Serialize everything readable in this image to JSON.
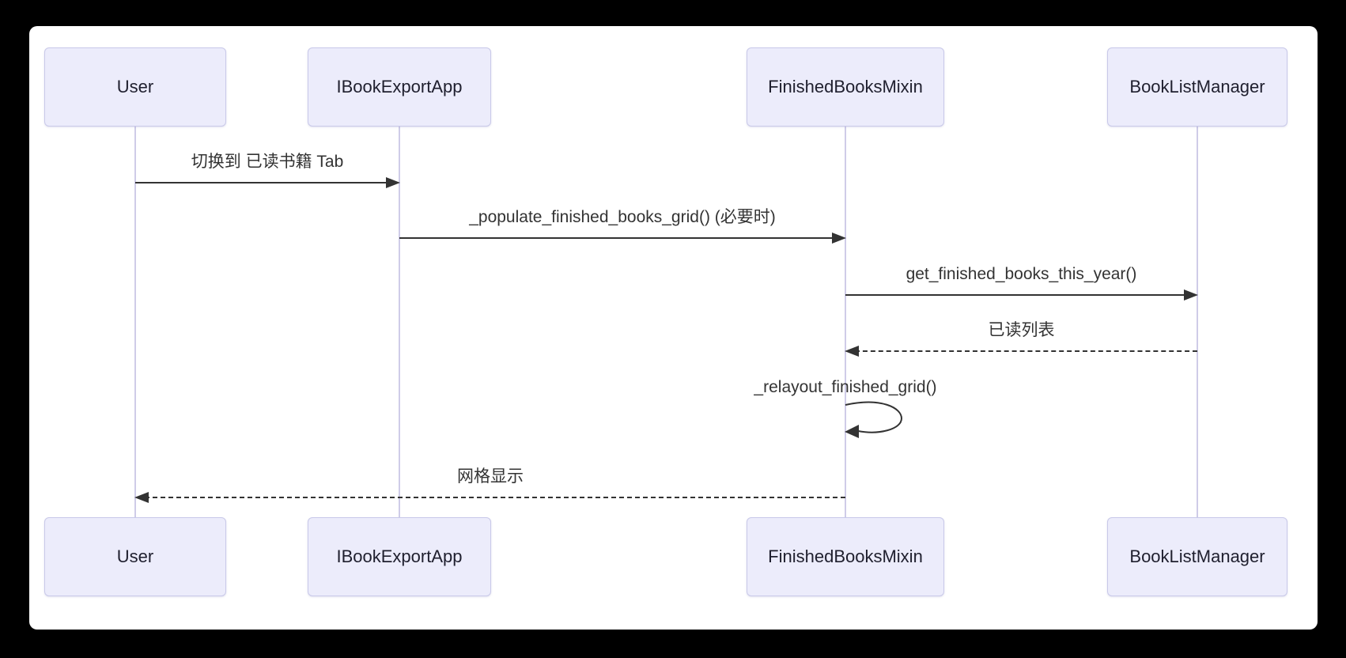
{
  "diagram": {
    "type": "sequence",
    "actors": [
      {
        "name": "User"
      },
      {
        "name": "IBookExportApp"
      },
      {
        "name": "FinishedBooksMixin"
      },
      {
        "name": "BookListManager"
      }
    ],
    "messages": [
      {
        "from": "User",
        "to": "IBookExportApp",
        "label": "切换到 已读书籍 Tab",
        "style": "solid"
      },
      {
        "from": "IBookExportApp",
        "to": "FinishedBooksMixin",
        "label": "_populate_finished_books_grid() (必要时)",
        "style": "solid"
      },
      {
        "from": "FinishedBooksMixin",
        "to": "BookListManager",
        "label": "get_finished_books_this_year()",
        "style": "solid"
      },
      {
        "from": "BookListManager",
        "to": "FinishedBooksMixin",
        "label": "已读列表",
        "style": "dashed"
      },
      {
        "from": "FinishedBooksMixin",
        "to": "FinishedBooksMixin",
        "label": "_relayout_finished_grid()",
        "style": "self"
      },
      {
        "from": "FinishedBooksMixin",
        "to": "User",
        "label": "网格显示",
        "style": "dashed"
      }
    ],
    "colors": {
      "page_bg": "#000000",
      "panel_bg": "#FFFFFF",
      "actor_fill": "#ECECFB",
      "actor_border": "#C9C9E9",
      "lifeline": "#CFCCE8",
      "message_line": "#333333",
      "text": "#333333"
    }
  }
}
